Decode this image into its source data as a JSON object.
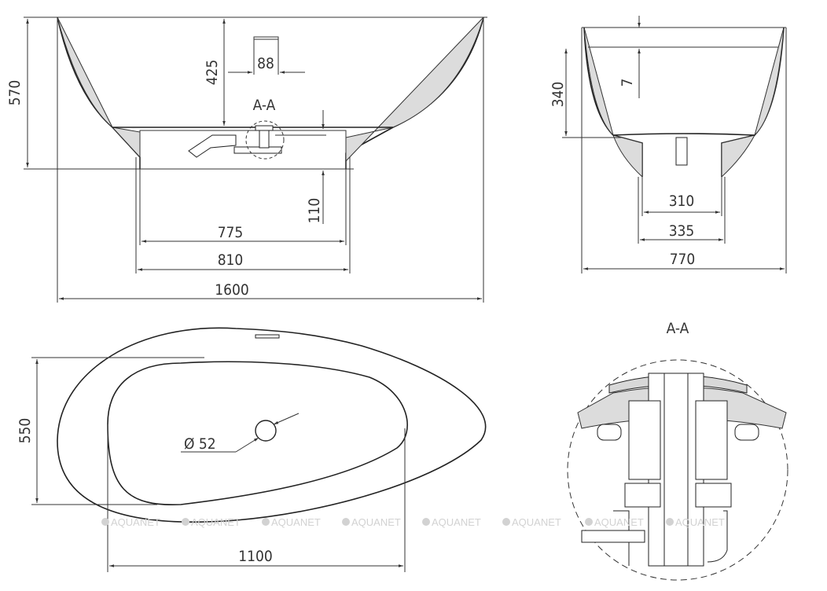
{
  "front_view": {
    "height_total": "570",
    "depth_to_drain": "425",
    "overflow_width": "88",
    "section_label": "A-A",
    "base_height": "110",
    "base_inner_width": "775",
    "base_outer_width": "810",
    "total_length": "1600"
  },
  "side_view": {
    "bowl_height": "340",
    "rim_offset": "7",
    "base_inner_width": "310",
    "base_outer_width": "335",
    "total_width": "770"
  },
  "top_view": {
    "width": "550",
    "drain_diameter": "Ø 52",
    "inner_length": "1100"
  },
  "section_detail": {
    "label": "A-A"
  },
  "watermark": {
    "text": "AQUANET",
    "color": "#d2d2d2"
  }
}
